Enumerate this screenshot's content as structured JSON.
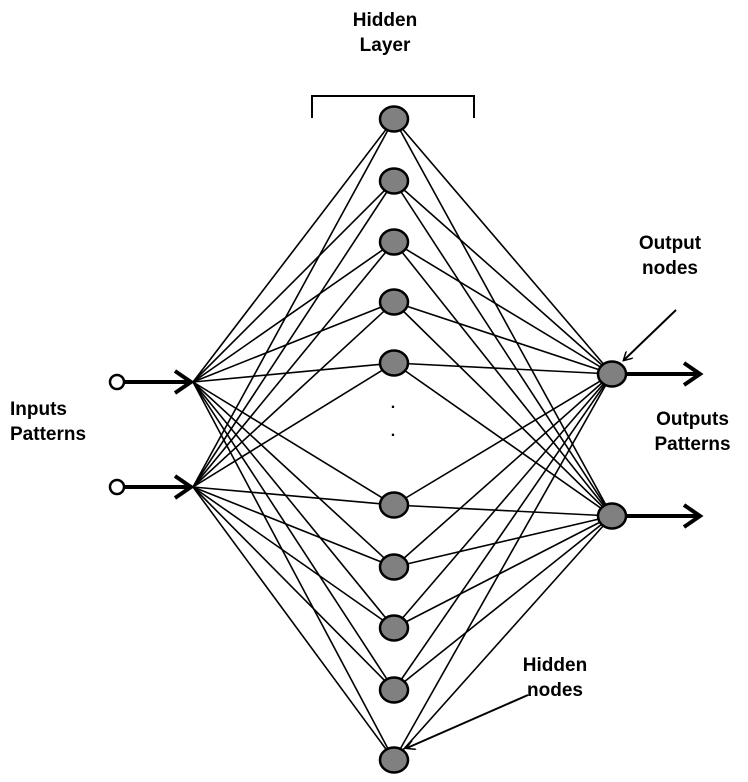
{
  "labels": {
    "hidden_layer": [
      "Hidden",
      "Layer"
    ],
    "inputs_patterns": [
      "Inputs",
      "Patterns"
    ],
    "output_nodes": [
      "Output",
      "nodes"
    ],
    "outputs_patterns": [
      "Outputs",
      "Patterns"
    ],
    "hidden_nodes": [
      "Hidden",
      "nodes"
    ]
  },
  "ellipsis": [
    ".",
    "."
  ],
  "network": {
    "inputs": 2,
    "hidden_nodes_drawn": 10,
    "outputs": 2
  },
  "colors": {
    "node_fill": "#808080",
    "stroke": "#000000",
    "background": "#ffffff"
  }
}
